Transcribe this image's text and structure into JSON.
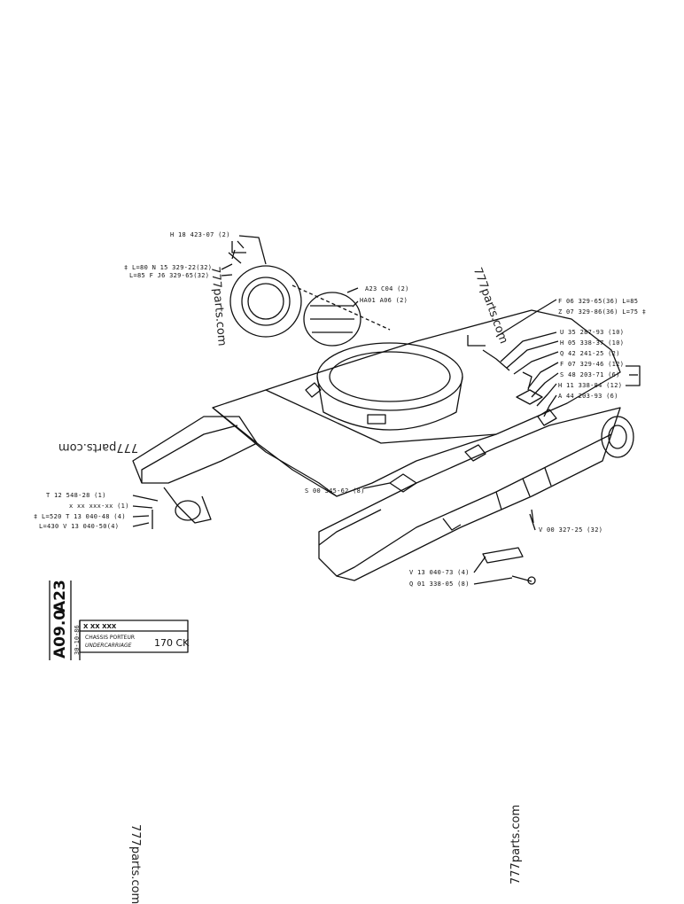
{
  "callouts": {
    "h18": "H 18 423-07 (2)",
    "n15": "‡ L=80  N 15 329-22(32)",
    "j06": "L=85  F  J6 329-65(32)",
    "a23c04": "A23  C04 (2)",
    "ha01": "HA01  A06 (2)",
    "f06": "F 06 329-65(36)  L=85",
    "z07": "Z 07 329-86(36)  L=75 ‡",
    "u35": "U 35 287-93 (10)",
    "h05": "H 05 338-37 (10)",
    "q42": "Q 42 241-25 (2)",
    "f07": "F 07 329-46 (12)",
    "s48": "S 48 203-71 (6)",
    "h11": "H 11 338-84 (12)",
    "a44": "A  44 203-93 (6)",
    "t12": "T 12  548-28 (1)",
    "xxx": "x  xx xxx-xx (1)",
    "t13": "‡ L=520  T 13 040-48 (4)",
    "v13a": "L=430  V 13 040-50(4)",
    "s00": "S 00 345-62 (8)",
    "v00": "V 00 327-25 (32)",
    "v13b": "V 13 040-73 (4)",
    "q01": "Q 01 338-05 (8)"
  },
  "title_block": {
    "code_line1": "A23",
    "code_line2": "A09.0",
    "date": "30-10-86",
    "ref": "X  XX  XXX",
    "name_fr": "CHASSIS PORTEUR",
    "name_en": "UNDERCARRIAGE",
    "model": "170 CK"
  },
  "watermarks": [
    "777parts.com",
    "777parts.com",
    "777parts.com",
    "777parts.com",
    "777parts.com"
  ]
}
